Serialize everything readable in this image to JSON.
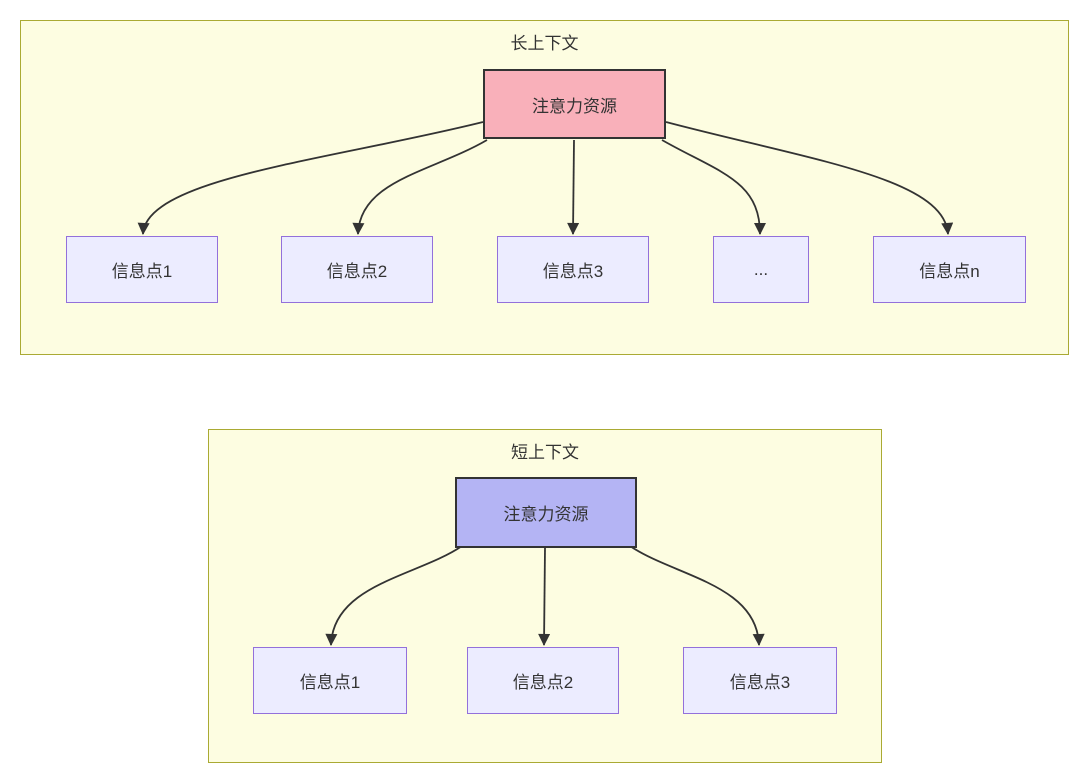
{
  "diagram": {
    "type": "flowchart-comparison",
    "sections": [
      {
        "title": "长上下文",
        "source": {
          "label": "注意力资源"
        },
        "targets": [
          {
            "label": "信息点1"
          },
          {
            "label": "信息点2"
          },
          {
            "label": "信息点3"
          },
          {
            "label": "..."
          },
          {
            "label": "信息点n"
          }
        ]
      },
      {
        "title": "短上下文",
        "source": {
          "label": "注意力资源"
        },
        "targets": [
          {
            "label": "信息点1"
          },
          {
            "label": "信息点2"
          },
          {
            "label": "信息点3"
          }
        ]
      }
    ],
    "colors": {
      "container_fill": "#fdfde1",
      "container_border": "#aaaa33",
      "long_source_fill": "#f9b0ba",
      "short_source_fill": "#b4b4f4",
      "target_fill": "#ececff",
      "target_border": "#9370db",
      "source_border": "#333333",
      "arrow": "#333333",
      "text": "#333333"
    }
  }
}
